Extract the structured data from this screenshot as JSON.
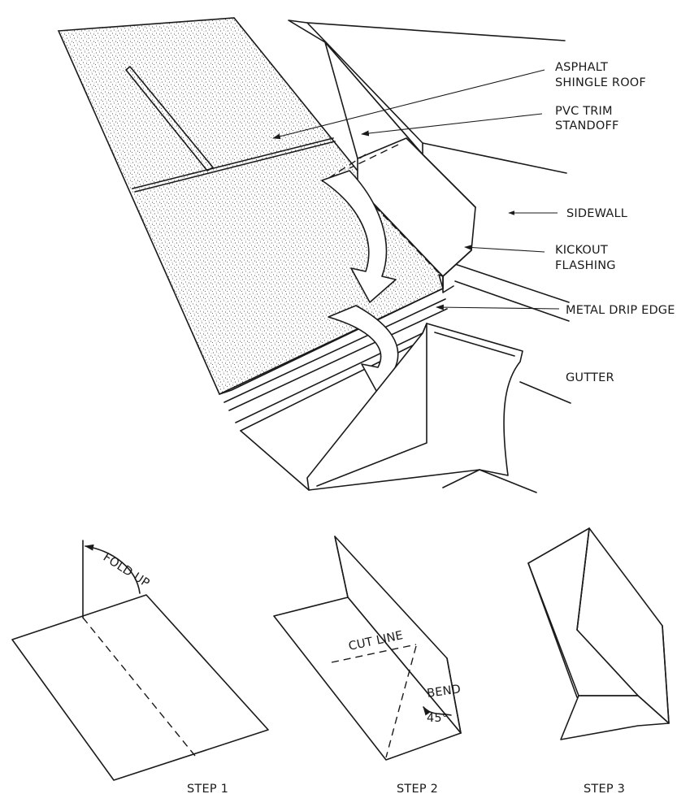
{
  "labels": {
    "asphalt_l1": "ASPHALT",
    "asphalt_l2": "SHINGLE ROOF",
    "pvc_l1": "PVC TRIM",
    "pvc_l2": "STANDOFF",
    "sidewall": "SIDEWALL",
    "kickout_l1": "KICKOUT",
    "kickout_l2": "FLASHING",
    "drip_edge": "METAL DRIP EDGE",
    "gutter": "GUTTER",
    "fold_up": "FOLD UP",
    "cut_line": "CUT LINE",
    "bend": "BEND",
    "angle": "45°"
  },
  "steps": {
    "step1": "STEP 1",
    "step2": "STEP 2",
    "step3": "STEP 3"
  }
}
